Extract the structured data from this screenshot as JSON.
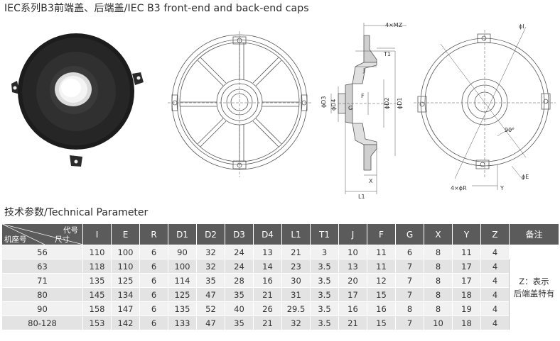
{
  "header": {
    "title": "IEC系列B3前端盖、后端盖/IEC B3 front-end and back-end caps"
  },
  "drawing_labels": {
    "mz": "4×MZ",
    "t1": "T1",
    "j": "J",
    "f": "F",
    "g": "G",
    "d3": "ϕD3",
    "d4": "ϕD4",
    "d2": "ϕD2",
    "d1": "ϕD1",
    "x": "X",
    "l1": "L1",
    "i": "ϕI",
    "angle": "90°",
    "r": "4×ϕR",
    "y": "Y",
    "e": "ϕE"
  },
  "section": {
    "title": "技术参数/Technical Parameter"
  },
  "table": {
    "corner_code": "代号",
    "corner_size": "尺寸",
    "corner_frame": "机座号",
    "columns": [
      "I",
      "E",
      "R",
      "D1",
      "D2",
      "D3",
      "D4",
      "L1",
      "T1",
      "J",
      "F",
      "G",
      "X",
      "Y",
      "Z"
    ],
    "note_header": "备注",
    "note_line1": "Z：表示",
    "note_line2": "后端盖特有",
    "rows": [
      {
        "frame": "56",
        "values": [
          "110",
          "100",
          "6",
          "90",
          "32",
          "24",
          "13",
          "21",
          "3",
          "10",
          "11",
          "6",
          "8",
          "11",
          "4"
        ]
      },
      {
        "frame": "63",
        "values": [
          "118",
          "110",
          "6",
          "100",
          "32",
          "24",
          "14",
          "23",
          "3.5",
          "13",
          "11",
          "7",
          "8",
          "17",
          "4"
        ]
      },
      {
        "frame": "71",
        "values": [
          "135",
          "125",
          "6",
          "114",
          "35",
          "28",
          "16",
          "30",
          "3.5",
          "20",
          "12",
          "7",
          "8",
          "17",
          "4"
        ]
      },
      {
        "frame": "80",
        "values": [
          "145",
          "134",
          "6",
          "125",
          "47",
          "35",
          "21",
          "31",
          "3.5",
          "17",
          "15",
          "7",
          "8",
          "18",
          "4"
        ]
      },
      {
        "frame": "90",
        "values": [
          "158",
          "147",
          "6",
          "135",
          "52",
          "40",
          "26",
          "29.5",
          "3.5",
          "16",
          "16",
          "8",
          "8",
          "19",
          "4"
        ]
      },
      {
        "frame": "80-128",
        "values": [
          "153",
          "142",
          "6",
          "133",
          "47",
          "35",
          "21",
          "32",
          "3.5",
          "21",
          "15",
          "7",
          "10",
          "18",
          "4"
        ]
      }
    ]
  }
}
